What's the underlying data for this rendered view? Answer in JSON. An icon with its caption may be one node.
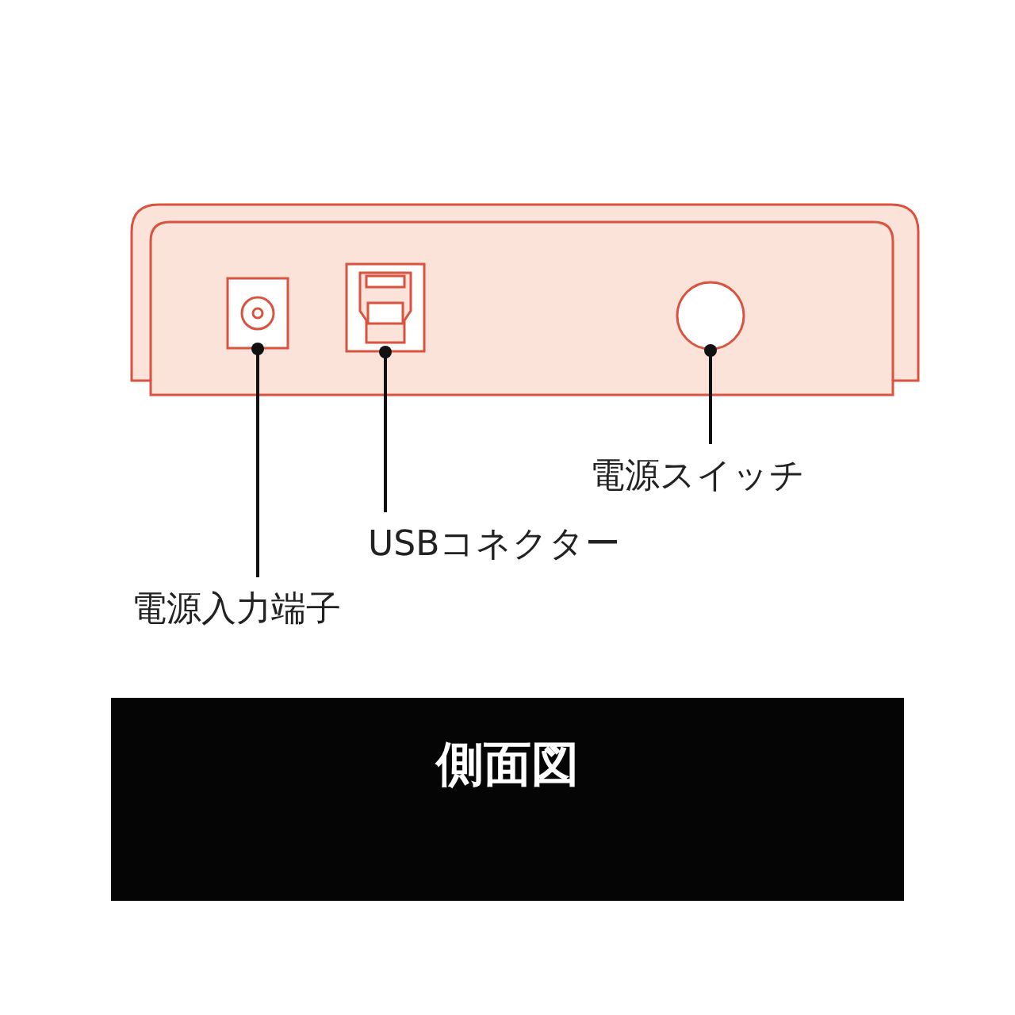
{
  "diagram": {
    "title": "側面図",
    "nodes": [
      {
        "text": [],
        "shape": "box"
      },
      {
        "text": [],
        "shape": "box",
        "in": 0
      },
      {
        "text": [],
        "shape": "box",
        "in": 0
      },
      {
        "text": [],
        "shape": "circle",
        "in": 0
      },
      {
        "text": [
          "電源スイッチ"
        ]
      },
      {
        "text": [
          "USBコネクター"
        ]
      },
      {
        "text": [
          "電源入力端子"
        ]
      }
    ],
    "edges": [
      {
        "from": 4,
        "to": 3,
        "arrow": "other"
      },
      {
        "from": 5,
        "to": 2,
        "arrow": "other"
      },
      {
        "from": 6,
        "to": 1,
        "arrow": "other"
      }
    ]
  }
}
